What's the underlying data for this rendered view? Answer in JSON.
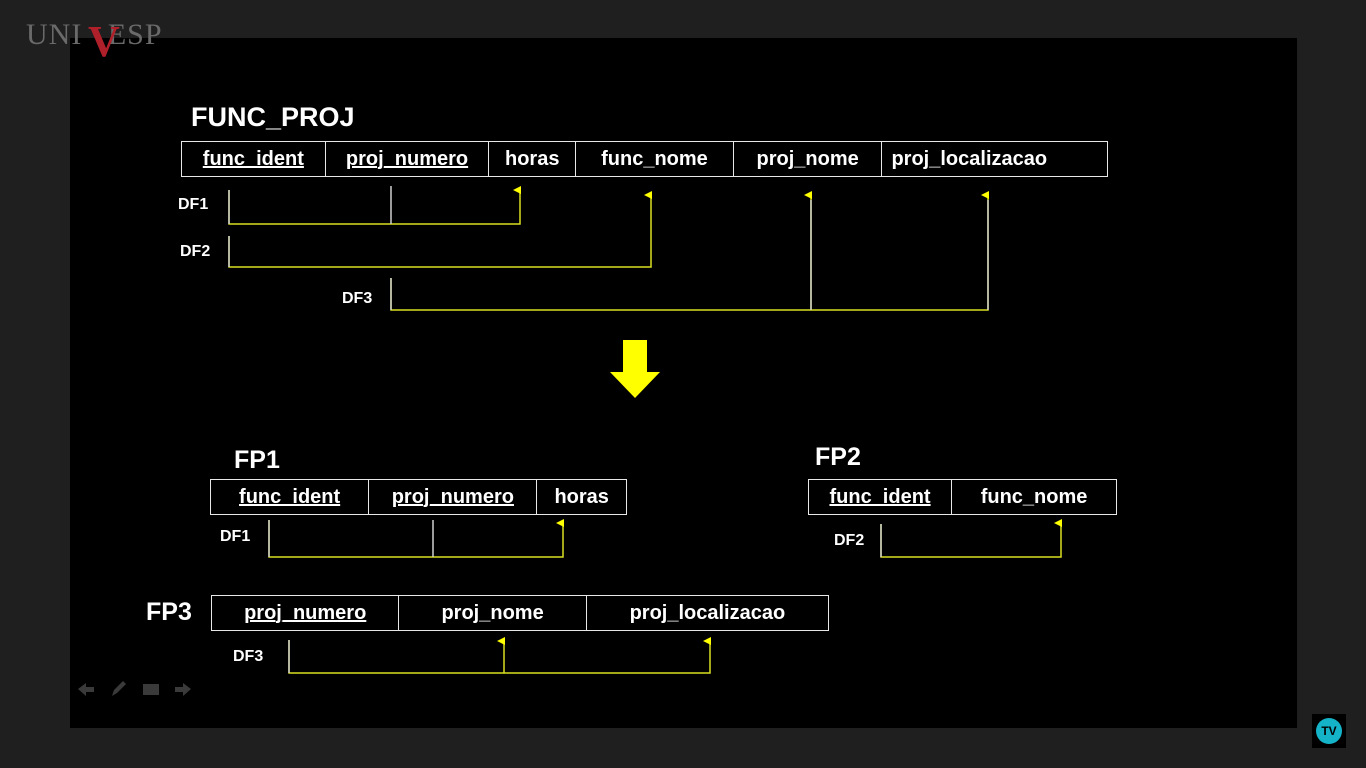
{
  "logo": {
    "text": "UNIVESP",
    "v": "V"
  },
  "colors": {
    "background": "#1f1f1f",
    "slide": "#000000",
    "dependency_line": "#d9e021",
    "arrow": "#ffff00"
  },
  "main_relation": {
    "title": "FUNC_PROJ",
    "columns": [
      "func_ident",
      "proj_numero",
      "horas",
      "func_nome",
      "proj_nome",
      "proj_localizacao"
    ],
    "dependencies": [
      "DF1",
      "DF2",
      "DF3"
    ]
  },
  "transition_arrow": "down-arrow-icon",
  "fp1": {
    "title": "FP1",
    "columns": [
      "func_ident",
      "proj_numero",
      "horas"
    ],
    "dependency": "DF1"
  },
  "fp2": {
    "title": "FP2",
    "columns": [
      "func_ident",
      "func_nome"
    ],
    "dependency": "DF2"
  },
  "fp3": {
    "title": "FP3",
    "columns": [
      "proj_numero",
      "proj_nome",
      "proj_localizacao"
    ],
    "dependency": "DF3"
  },
  "nav_icons": [
    "back-arrow-icon",
    "pen-icon",
    "screen-icon",
    "forward-arrow-icon"
  ],
  "tv_badge": {
    "text": "TV"
  }
}
